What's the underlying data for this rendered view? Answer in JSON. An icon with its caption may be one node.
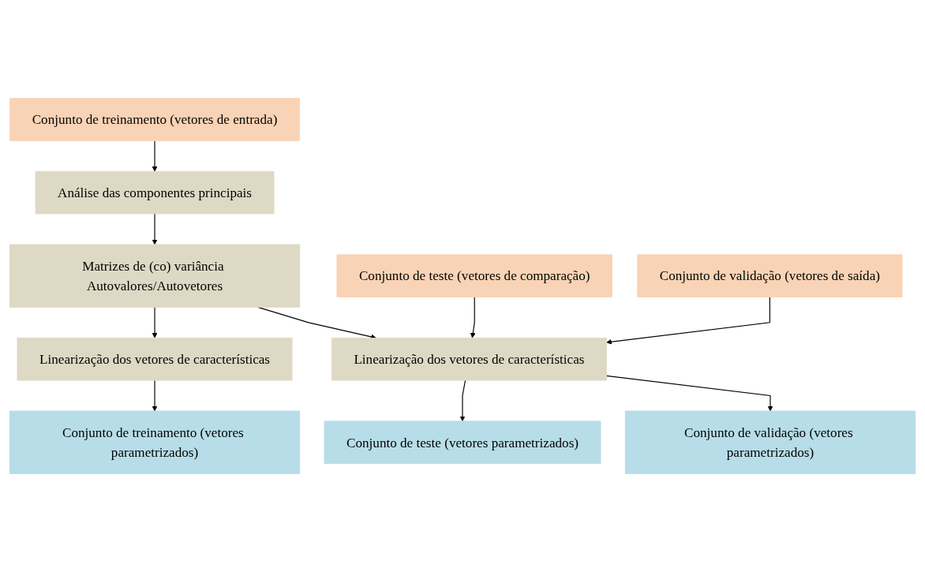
{
  "diagram": {
    "nodes": [
      {
        "text": [
          "Conjunto de treinamento (vetores de entrada)"
        ]
      },
      {
        "text": [
          "Análise das componentes principais"
        ]
      },
      {
        "text": [
          "Matrizes de (co) variância Autovalores/Autovetores"
        ]
      },
      {
        "text": [
          "Linearização dos vetores de características"
        ]
      },
      {
        "text": [
          "Conjunto de treinamento (vetores parametrizados)"
        ]
      },
      {
        "text": [
          "Conjunto de teste (vetores de comparação)"
        ]
      },
      {
        "text": [
          "Conjunto de validação (vetores de saída)"
        ]
      },
      {
        "text": [
          "Linearização dos vetores de características"
        ]
      },
      {
        "text": [
          "Conjunto de teste (vetores parametrizados)"
        ]
      },
      {
        "text": [
          "Conjunto de validação (vetores parametrizados)"
        ]
      }
    ],
    "edges": [
      {
        "from": 0,
        "to": 1,
        "arrow": "to"
      },
      {
        "from": 1,
        "to": 2,
        "arrow": "to"
      },
      {
        "from": 2,
        "to": 3,
        "arrow": "to"
      },
      {
        "from": 3,
        "to": 4,
        "arrow": "to"
      },
      {
        "from": 2,
        "to": 7,
        "arrow": "to"
      },
      {
        "from": 5,
        "to": 7,
        "arrow": "to"
      },
      {
        "from": 6,
        "to": 7,
        "arrow": "to"
      },
      {
        "from": 7,
        "to": 8,
        "arrow": "to"
      },
      {
        "from": 7,
        "to": 9,
        "arrow": "to"
      }
    ]
  }
}
